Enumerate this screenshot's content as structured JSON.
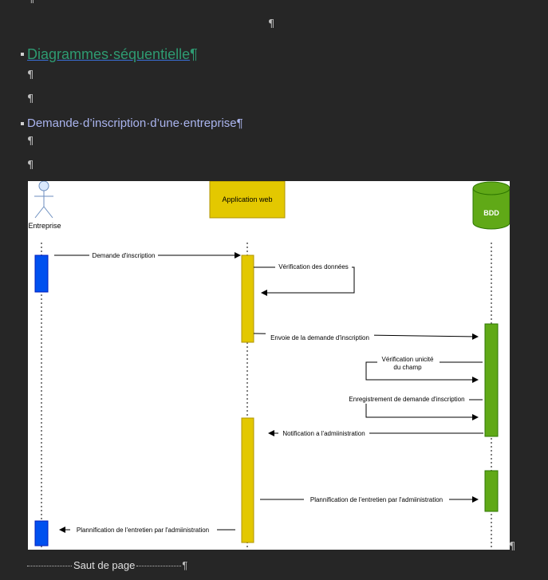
{
  "doc": {
    "mark": "¶",
    "heading1": "Diagrammes·séquentielle",
    "heading2": "Demande·d’inscription·d’une·entreprise",
    "page_break": "Saut de page"
  },
  "diagram": {
    "actor": "Entreprise",
    "app": "Application web",
    "db": "BDD",
    "msg1": "Demande d'inscription",
    "msg2": "Vérification des données",
    "msg3": "Envoie de la demande d'inscription",
    "msg4_l1": "Vérification  unicité",
    "msg4_l2": "du champ",
    "msg5": "Enregistrement de demande d'inscription",
    "msg6": "Notification a l'admiinistration",
    "msg7": "Plannification de l'entretien par l'admiinistration",
    "msg8": "Plannification de l'entretien par l'admiinistration"
  },
  "colors": {
    "background": "#262626",
    "heading1": "#2e9a72",
    "heading2": "#aab4ee",
    "actor_activation": "#0050ef",
    "app_activation": "#e3c800",
    "db_activation": "#60a917"
  }
}
